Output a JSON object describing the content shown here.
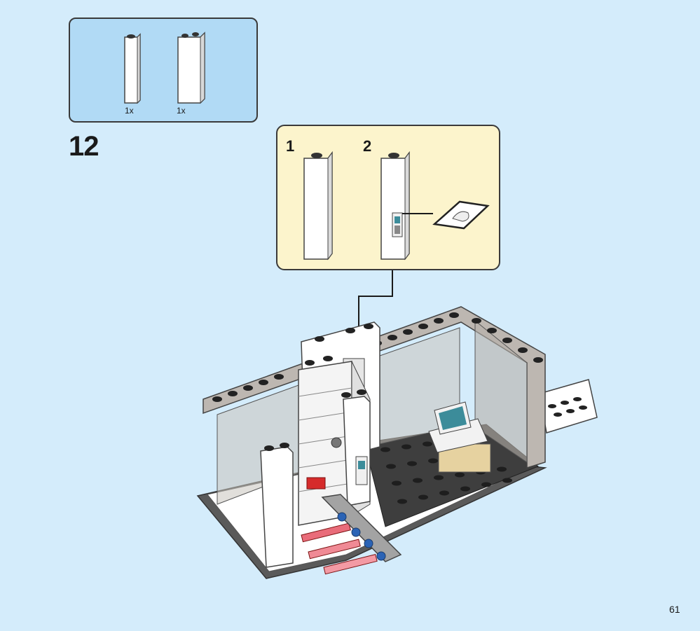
{
  "parts_list": {
    "items": [
      {
        "icon": "brick-1x1x5-icon",
        "qty": "1x"
      },
      {
        "icon": "brick-1x2x5-icon",
        "qty": "1x"
      }
    ]
  },
  "step": {
    "number": "12"
  },
  "substeps": [
    {
      "number": "1"
    },
    {
      "number": "2"
    }
  ],
  "page": {
    "number": "61"
  },
  "colors": {
    "background": "#d4ecfb",
    "parts_box": "#b1daf5",
    "substep_box": "#fcf4cc",
    "brick_white": "#ffffff",
    "plate_dark": "#4d4d4d"
  }
}
